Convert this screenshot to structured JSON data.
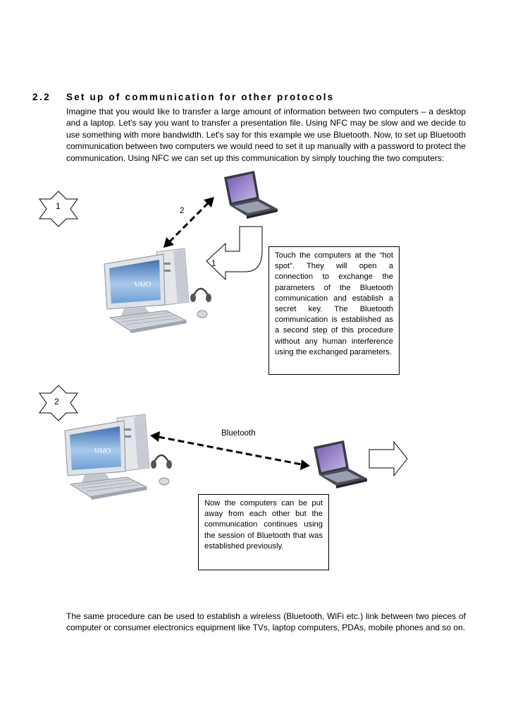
{
  "section": {
    "number": "2.2",
    "title": "Set up of communication for other protocols"
  },
  "intro": "Imagine that you would like to transfer a large amount of information between two computers – a desktop and a laptop. Let's say you want to transfer a presentation file. Using NFC may be slow and we decide to use something with more bandwidth. Let's say for this example we use Bluetooth. Now, to set up Bluetooth communication between two computers we would need to set it up manually with a password to protect the communication. Using NFC we can set up this communication by simply touching the two computers:",
  "step1": {
    "badge": "1",
    "arrow_label_2": "2",
    "arrow_label_1": "1",
    "callout": "Touch the computers at the “hot spot”. They will open a connection to exchange the parameters of the Bluetooth communication and establish a secret key. The Bluetooth communication is established as a second step of this procedure without any human interference using the exchanged parameters."
  },
  "step2": {
    "badge": "2",
    "link_label": "Bluetooth",
    "callout": "Now the computers can be put away from each other but the communication continues using the session of Bluetooth that was established previously."
  },
  "conclusion": "The same procedure can be used to establish a wireless (Bluetooth, WiFi etc.) link between two pieces of computer or consumer electronics equipment like TVs, laptop computers, PDAs, mobile phones and so on.",
  "brand_mark": "VAIO",
  "colors": {
    "screen": "#5d8fc9",
    "screen_light": "#a9c9ea",
    "case": "#e4e6ea",
    "laptop_dark": "#3a3a46"
  }
}
